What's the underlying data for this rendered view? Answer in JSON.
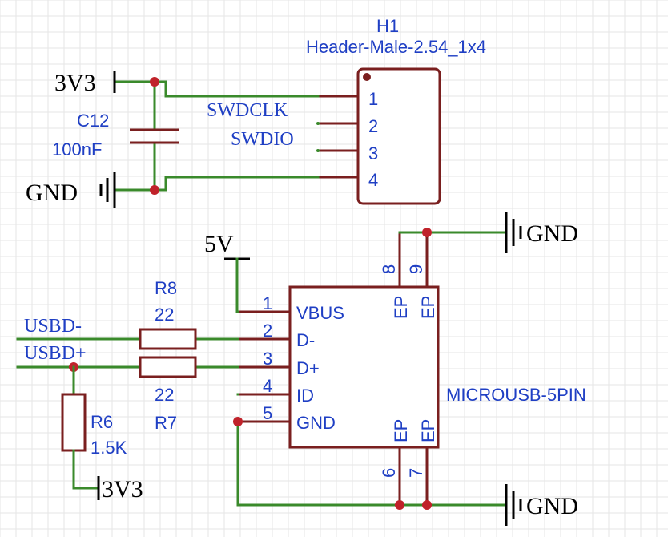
{
  "h1": {
    "designator": "H1",
    "footprint": "Header-Male-2.54_1x4",
    "pins": [
      "1",
      "2",
      "3",
      "4"
    ]
  },
  "c12": {
    "designator": "C12",
    "value": "100nF"
  },
  "usb": {
    "name": "MICROUSB-5PIN",
    "pins": [
      {
        "num": "1",
        "name": "VBUS"
      },
      {
        "num": "2",
        "name": "D-"
      },
      {
        "num": "3",
        "name": "D+"
      },
      {
        "num": "4",
        "name": "ID"
      },
      {
        "num": "5",
        "name": "GND"
      }
    ],
    "ep_label": "EP",
    "ep_pins_top": [
      "8",
      "9"
    ],
    "ep_pins_bottom": [
      "6",
      "7"
    ]
  },
  "r8": {
    "designator": "R8",
    "value": "22"
  },
  "r7": {
    "designator": "R7",
    "value": "22"
  },
  "r6": {
    "designator": "R6",
    "value": "1.5K"
  },
  "nets": {
    "swdclk": "SWDCLK",
    "swdio": "SWDIO",
    "usbd_minus": "USBD-",
    "usbd_plus": "USBD+"
  },
  "power": {
    "v3v3_top": "3V3",
    "v3v3_bottom": "3V3",
    "gnd_left": "GND",
    "gnd_right_top": "GND",
    "gnd_right_bottom": "GND",
    "v5": "5V"
  },
  "colors": {
    "wire": "#3a8a2b",
    "component": "#7a1f1f",
    "label": "#1f3fc4",
    "junction": "#c0222a"
  }
}
